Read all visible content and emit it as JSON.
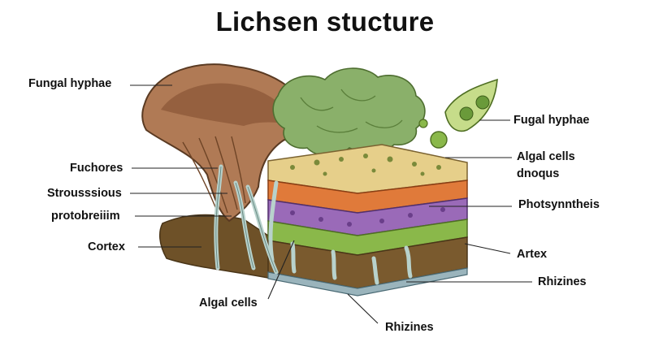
{
  "title": "Lichsen stucture",
  "labels": {
    "fungal_hyphae_left": "Fungal hyphae",
    "fuchores": "Fuchores",
    "strousssious": "Strousssious",
    "protobreiiim": "protobreiiim",
    "cortex": "Cortex",
    "algal_cells_bottom": "Algal cells",
    "rhizines_bottom": "Rhizines",
    "fugal_hyphae_right": "Fugal hyphae",
    "algal_cells_right": "Algal cells",
    "dnoqus": "dnoqus",
    "photosynthesis": "Photsynntheis",
    "artex": "Artex",
    "rhizines_right": "Rhizines"
  },
  "colors": {
    "fungal_cup": "#b07a55",
    "algal_layer": "#e6cf8a",
    "orange_layer": "#e07a3a",
    "purple_layer": "#9a6ab8",
    "green_layer": "#8ab84a",
    "soil_layer": "#7a5a2e",
    "lichen_foliage": "#8ab06a",
    "hyphae_strands": "#b8d2cc"
  }
}
